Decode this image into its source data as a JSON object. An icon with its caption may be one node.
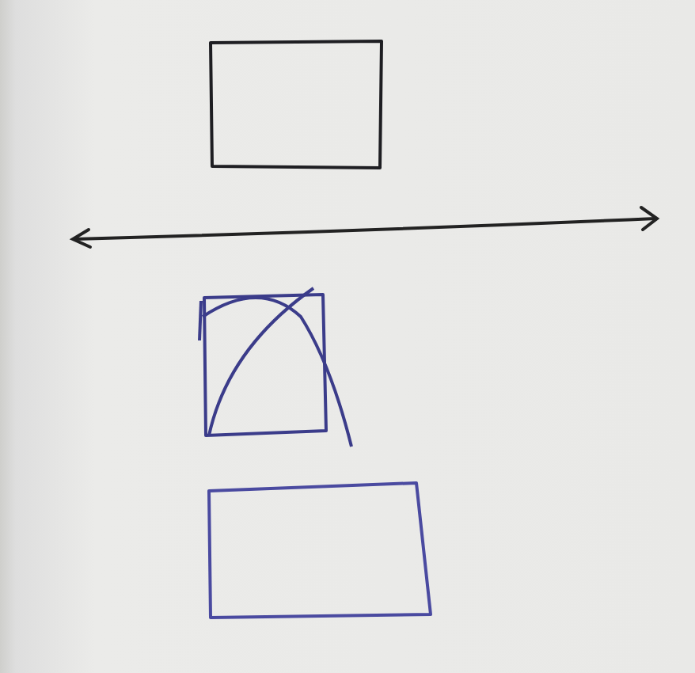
{
  "diagram": {
    "nodes": [
      {
        "text": [],
        "shape": "box"
      },
      {
        "text": [],
        "shape": "crossed-box"
      },
      {
        "text": [],
        "shape": "box"
      }
    ]
  }
}
